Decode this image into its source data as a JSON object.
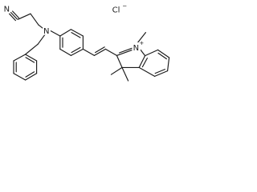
{
  "molecule": {
    "labels": {
      "cyano_nitrogen": "N",
      "amine_nitrogen": "N",
      "chloride": "Cl",
      "chloride_charge": "−",
      "indolium_nitrogen": "N",
      "indolium_charge": "+"
    }
  }
}
